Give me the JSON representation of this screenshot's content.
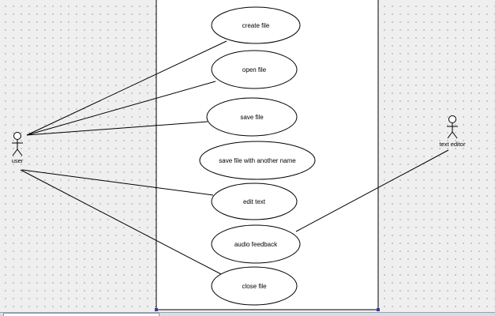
{
  "diagram": {
    "actors": {
      "user": {
        "name": "user"
      },
      "text_editor": {
        "name": "text editor"
      }
    },
    "use_cases": [
      {
        "id": "create-file",
        "label": "create file"
      },
      {
        "id": "open-file",
        "label": "open file"
      },
      {
        "id": "save-file",
        "label": "save file"
      },
      {
        "id": "save-file-another-name",
        "label": "save file with another name"
      },
      {
        "id": "edit-text",
        "label": "edit text"
      },
      {
        "id": "audio-feedback",
        "label": "audio feedback"
      },
      {
        "id": "close-file",
        "label": "close file"
      }
    ],
    "associations": [
      {
        "from": "user",
        "to": "create-file"
      },
      {
        "from": "user",
        "to": "open-file"
      },
      {
        "from": "user",
        "to": "save-file"
      },
      {
        "from": "user",
        "to": "edit-text"
      },
      {
        "from": "user",
        "to": "close-file"
      },
      {
        "from": "text_editor",
        "to": "audio-feedback"
      }
    ]
  },
  "colors": {
    "background": "#efefef",
    "grid_dot": "#bdbdbd",
    "line": "#000000",
    "usecase_fill": "#ffffff",
    "boundary_handle": "#3a3aa0"
  }
}
